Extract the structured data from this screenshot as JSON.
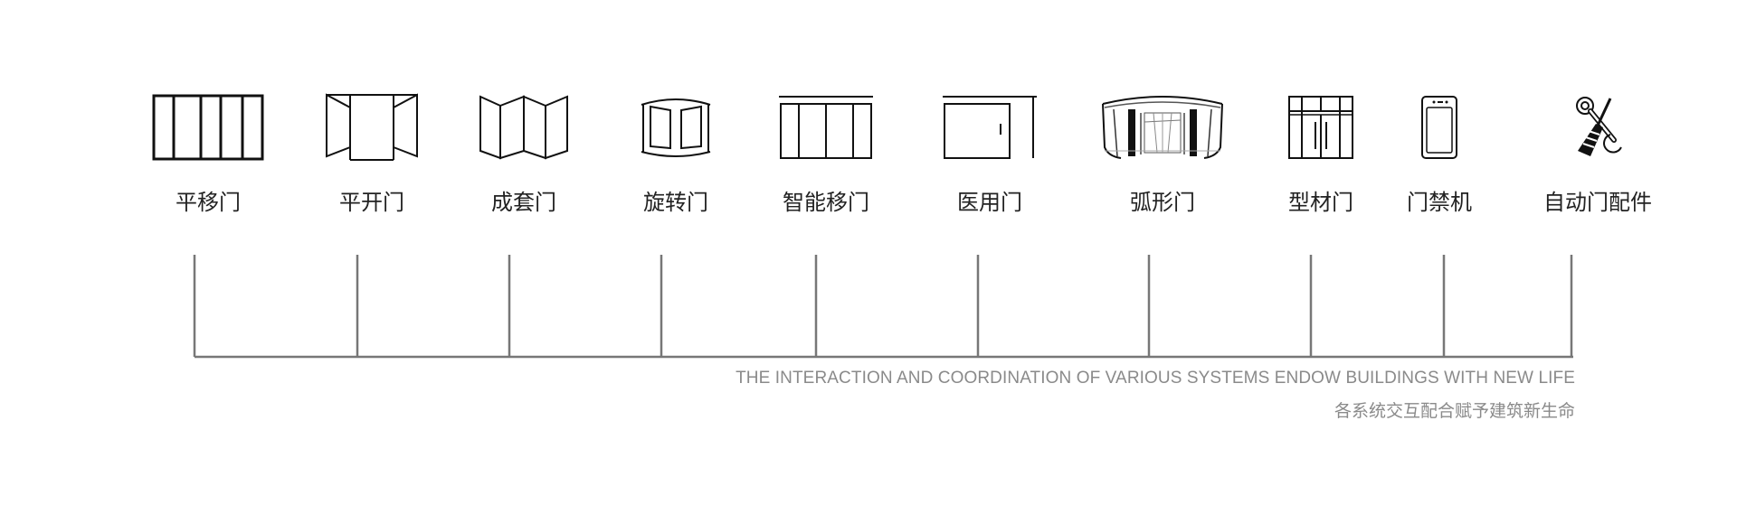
{
  "items": [
    {
      "label": "平移门",
      "icon": "sliding-door-icon"
    },
    {
      "label": "平开门",
      "icon": "swing-door-icon"
    },
    {
      "label": "成套门",
      "icon": "folding-door-icon"
    },
    {
      "label": "旋转门",
      "icon": "revolving-door-icon"
    },
    {
      "label": "智能移门",
      "icon": "smart-sliding-door-icon"
    },
    {
      "label": "医用门",
      "icon": "medical-door-icon"
    },
    {
      "label": "弧形门",
      "icon": "curved-door-icon"
    },
    {
      "label": "型材门",
      "icon": "profile-door-icon"
    },
    {
      "label": "门禁机",
      "icon": "access-control-icon"
    },
    {
      "label": "自动门配件",
      "icon": "tools-icon"
    }
  ],
  "tagline": {
    "en": "THE INTERACTION AND COORDINATION OF VARIOUS SYSTEMS ENDOW BUILDINGS WITH NEW LIFE",
    "cn": "各系统交互配合赋予建筑新生命"
  },
  "colors": {
    "icon_stroke": "#111111",
    "label": "#222222",
    "timeline": "#777777",
    "tagline": "#8a8a8a"
  }
}
